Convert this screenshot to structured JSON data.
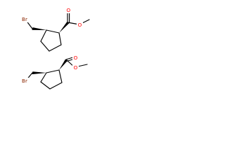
{
  "molecules": [
    {
      "atoms": {
        "br": "Br",
        "o_carbonyl": "O",
        "o_ester": "O"
      }
    },
    {
      "atoms": {
        "br": "Br",
        "o_carbonyl": "O",
        "o_ester": "O"
      }
    }
  ],
  "colors": {
    "bond": "#000000",
    "oxygen": "#ff0000",
    "bromine": "#8b2500",
    "background": "#ffffff"
  }
}
